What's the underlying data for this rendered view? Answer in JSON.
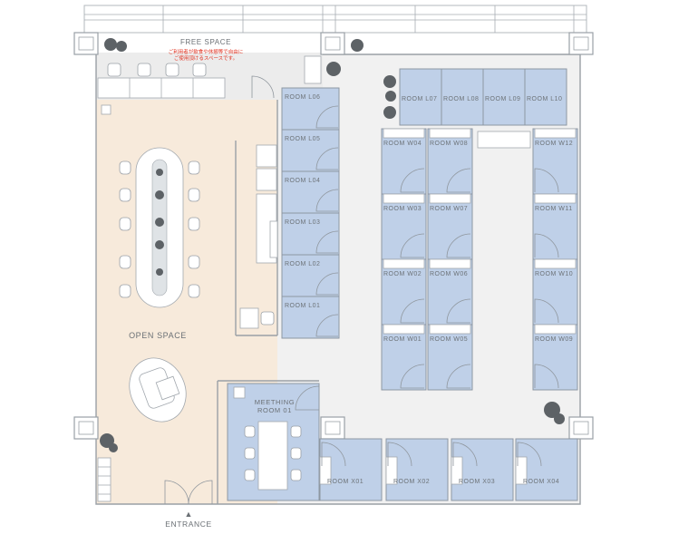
{
  "labels": {
    "free_space": "FREE SPACE",
    "free_space_note_1": "ご利用者が飲食や休憩等で自由に",
    "free_space_note_2": "ご使用頂けるスペースです。",
    "open_space": "OPEN SPACE",
    "meeting_room_1": "MEETHING",
    "meeting_room_2": "ROOM 01",
    "entrance": "ENTRANCE",
    "entrance_arrow": "▲"
  },
  "rooms_l": [
    "ROOM L06",
    "ROOM L05",
    "ROOM L04",
    "ROOM L03",
    "ROOM L02",
    "ROOM L01"
  ],
  "rooms_l_top": [
    "ROOM L07",
    "ROOM L08",
    "ROOM L09",
    "ROOM L10"
  ],
  "rooms_w_left": [
    "ROOM W04",
    "ROOM W03",
    "ROOM W02",
    "ROOM W01"
  ],
  "rooms_w_mid": [
    "ROOM W08",
    "ROOM W07",
    "ROOM W06",
    "ROOM W05"
  ],
  "rooms_w_right": [
    "ROOM W12",
    "ROOM W11",
    "ROOM W10",
    "ROOM W09"
  ],
  "rooms_x": [
    "ROOM X01",
    "ROOM X02",
    "ROOM X03",
    "ROOM X04"
  ],
  "colors": {
    "room_fill": "#bfd0e8",
    "open_space_fill": "#f7eadb",
    "corridor_fill": "#f1f1f1",
    "wall": "#9aa0a6",
    "note_red": "#e0301e"
  }
}
